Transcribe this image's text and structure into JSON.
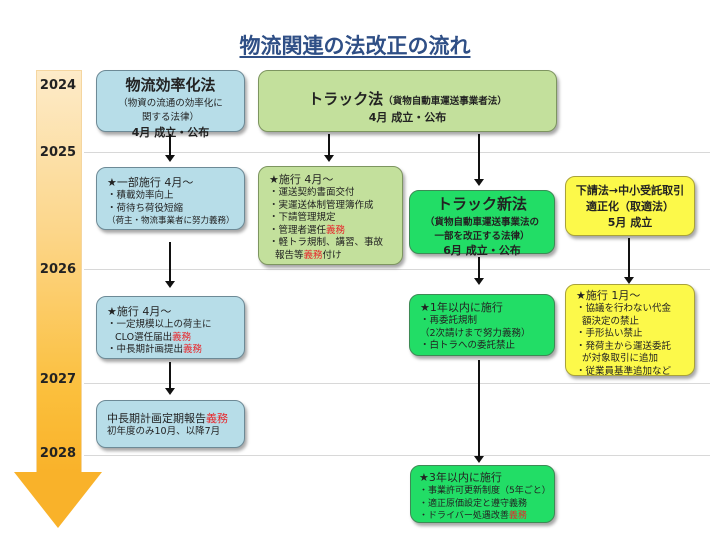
{
  "title": "物流関連の法改正の流れ",
  "timeline": {
    "years": [
      "2024",
      "2025",
      "2026",
      "2027",
      "2028"
    ],
    "color": "#f9b22a"
  },
  "colors": {
    "blue_box": "#b7dde8",
    "light_green_box": "#c3e09c",
    "green_box": "#22dd66",
    "yellow_box": "#fcf94a",
    "emphasis_red": "#e8262b"
  },
  "butsuryu": {
    "law": {
      "name": "物流効率化法",
      "full_name_1": "（物資の流通の効率化に",
      "full_name_2": "関する法律）",
      "status": "4月  成立・公布"
    },
    "phase1": {
      "header": "★一部施行  4月～",
      "items": [
        "・積載効率向上",
        "・荷待ち荷役短縮",
        "（荷主・物流事業者に努力義務）"
      ]
    },
    "phase2": {
      "header": "★施行  4月～",
      "item1_a": "・一定規模以上の荷主に",
      "item1_b": "CLO選任届出",
      "item1_red": "義務",
      "item2": "・中長期計画提出",
      "item2_red": "義務"
    },
    "phase3": {
      "line1": "中長期計画定期報告",
      "line1_red": "義務",
      "line2": "初年度のみ10月、以降7月"
    }
  },
  "truck": {
    "law": {
      "name": "トラック法",
      "full_name": "（貨物自動車運送事業者法）",
      "status": "4月  成立・公布"
    },
    "phase1": {
      "header": "★施行  4月～",
      "items": [
        "・運送契約書面交付",
        "・実運送体制管理簿作成",
        "・下請管理規定"
      ],
      "item4": "・管理者選任",
      "item4_red": "義務",
      "item5_a": "・軽トラ規制、講習、事故",
      "item5_b": "報告等",
      "item5_red": "義務",
      "item5_c": "付け"
    }
  },
  "truck_new": {
    "law": {
      "name": "トラック新法",
      "full_name_1": "（貨物自動車運送事業法の",
      "full_name_2": "一部を改正する法律）",
      "status": "6月  成立・公布"
    },
    "phase1": {
      "header": "★1年以内に施行",
      "items": [
        "・再委託規制",
        "（2次請けまで努力義務）",
        "・白トラへの委託禁止"
      ]
    },
    "phase2": {
      "header": "★3年以内に施行",
      "items": [
        "・事業許可更新制度（5年ごと）",
        "・適正原価設定と遵守義務"
      ],
      "item3": "・ドライバー処遇改善",
      "item3_red": "義務"
    }
  },
  "subcontract": {
    "law": {
      "name_1": "下請法→中小受託取引",
      "name_2": "適正化（取適法）",
      "status": "5月  成立"
    },
    "phase1": {
      "header": "★施行    1月～",
      "items": [
        "・協議を行わない代金",
        "  額決定の禁止",
        "・手形払い禁止",
        "・発荷主から運送委託",
        "  が対象取引に追加",
        "・従業員基準追加など"
      ]
    }
  }
}
